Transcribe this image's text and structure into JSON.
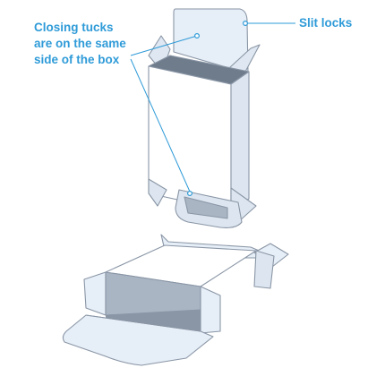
{
  "annotations": {
    "closing_tucks": {
      "lines": [
        "Closing tucks",
        "are on the same",
        "side of the box"
      ]
    },
    "slit_locks": {
      "text": "Slit locks"
    }
  },
  "colors": {
    "outline": "#8a96a6",
    "panel_white": "#ffffff",
    "panel_light": "#e6eef7",
    "panel_mid": "#cfdae7",
    "panel_dark": "#a9b5c3",
    "annotation": "#2f9bd8"
  }
}
